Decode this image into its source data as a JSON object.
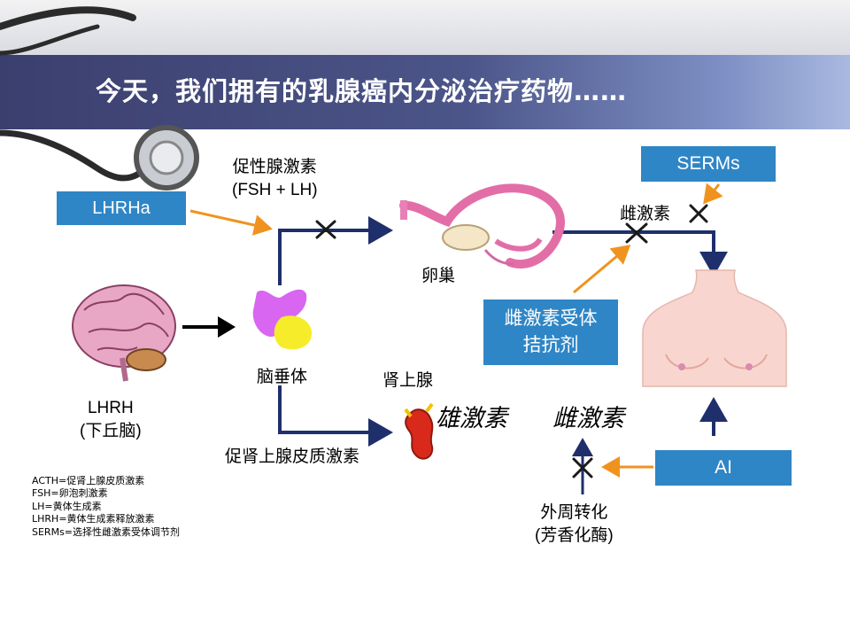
{
  "slide": {
    "title": "今天，我们拥有的乳腺癌内分泌治疗药物……"
  },
  "boxes": {
    "lhrha": "LHRHa",
    "serms": "SERMs",
    "antagonist_line1": "雌激素受体",
    "antagonist_line2": "拮抗剂",
    "ai": "AI"
  },
  "labels": {
    "gonadotropin_line1": "促性腺激素",
    "gonadotropin_line2": "(FSH + LH)",
    "ovary": "卵巢",
    "estrogen_top": "雌激素",
    "pituitary": "脑垂体",
    "lhrh_line1": "LHRH",
    "lhrh_line2": "(下丘脑)",
    "adrenal": "肾上腺",
    "acth": "促肾上腺皮质激素",
    "androgen": "雄激素",
    "estrogen_bottom": "雌激素",
    "peripheral_line1": "外周转化",
    "peripheral_line2": "(芳香化酶)"
  },
  "legend": [
    "ACTH=促肾上腺皮质激素",
    "FSH=卵泡刺激素",
    "LH=黄体生成素",
    "LHRH=黄体生成素释放激素",
    "SERMs=选择性雌激素受体调节剂"
  ],
  "colors": {
    "flow_arrow": "#1f2f6b",
    "drug_arrow": "#f0931e",
    "box_fill": "#2f86c6"
  }
}
